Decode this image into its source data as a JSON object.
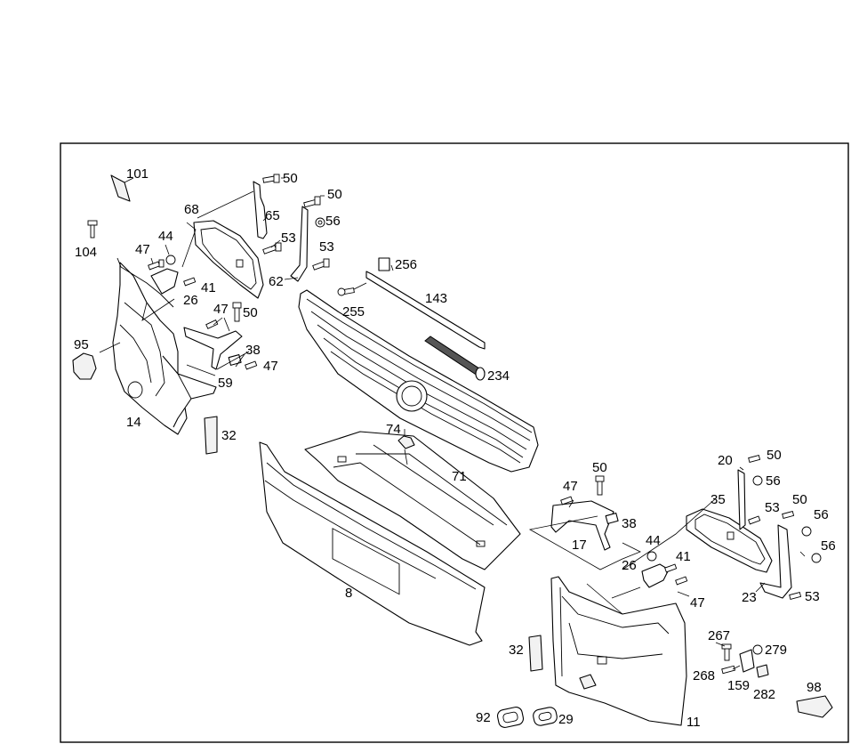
{
  "diagram": {
    "part_numbers": {
      "p101": "101",
      "p104": "104",
      "p68": "68",
      "p50a": "50",
      "p50b": "50",
      "p65": "65",
      "p56a": "56",
      "p53a": "53",
      "p53b": "53",
      "p62": "62",
      "p47a": "47",
      "p44a": "44",
      "p41a": "41",
      "p26a": "26",
      "p95": "95",
      "p47b": "47",
      "p50c": "50",
      "p38a": "38",
      "p47c": "47",
      "p59": "59",
      "p14": "14",
      "p32a": "32",
      "p256": "256",
      "p143": "143",
      "p255": "255",
      "p234": "234",
      "p74": "74",
      "p71": "71",
      "p8": "8",
      "p50d": "50",
      "p47d": "47",
      "p38b": "38",
      "p17": "17",
      "p44b": "44",
      "p41b": "41",
      "p26b": "26",
      "p47e": "47",
      "p20": "20",
      "p50e": "50",
      "p56b": "56",
      "p35": "35",
      "p50f": "50",
      "p53c": "53",
      "p56c": "56",
      "p56d": "56",
      "p23": "23",
      "p53d": "53",
      "p32b": "32",
      "p267": "267",
      "p279": "279",
      "p268": "268",
      "p159": "159",
      "p282": "282",
      "p98": "98",
      "p92": "92",
      "p29": "29",
      "p11": "11"
    }
  }
}
